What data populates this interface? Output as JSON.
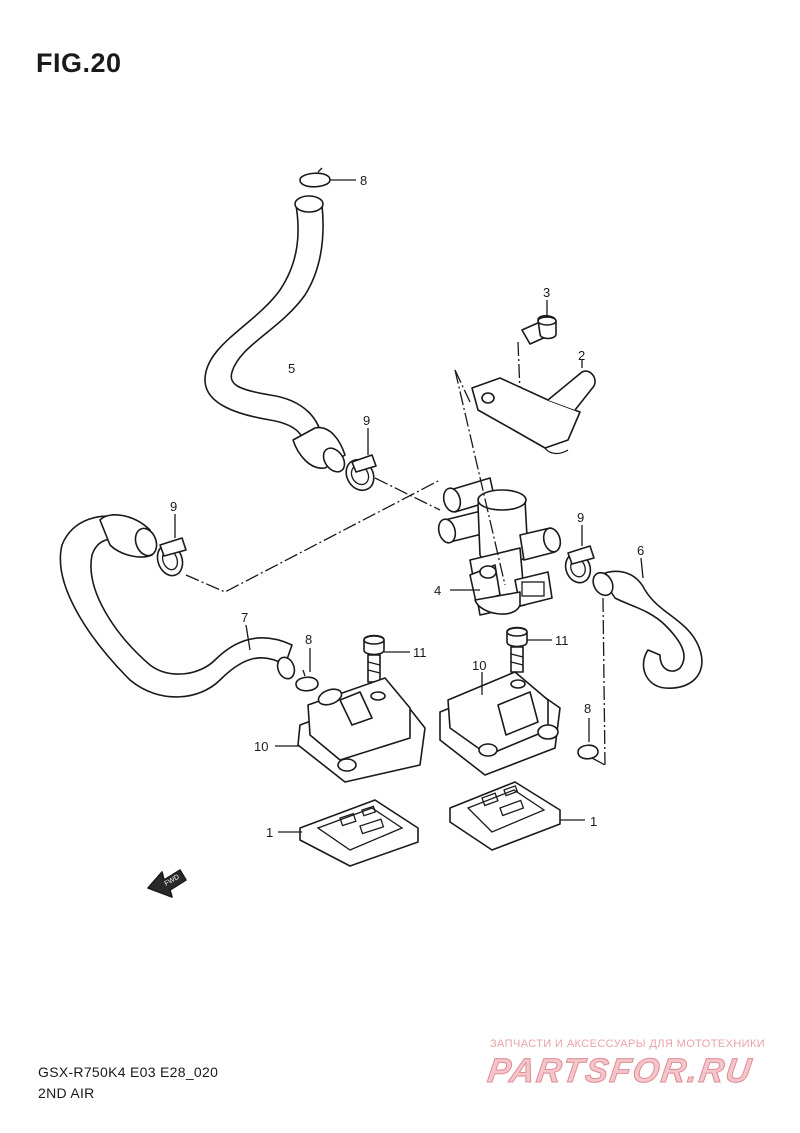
{
  "figure_title": "FIG.20",
  "model_code": "GSX-R750K4 E03 E28_020",
  "section_name": "2ND AIR",
  "watermark": {
    "tagline": "ЗАПЧАСТИ И АКСЕССУАРЫ ДЛЯ МОТОТЕХНИКИ",
    "logo": "PARTSFOR.RU"
  },
  "fwd_label": "FWD",
  "callouts": {
    "c8a": "8",
    "c3": "3",
    "c2": "2",
    "c5": "5",
    "c9a": "9",
    "c9b": "9",
    "c9c": "9",
    "c6": "6",
    "c4": "4",
    "c7": "7",
    "c8b": "8",
    "c11a": "11",
    "c11b": "11",
    "c10a": "10",
    "c10b": "10",
    "c8c": "8",
    "c1a": "1",
    "c1b": "1"
  }
}
